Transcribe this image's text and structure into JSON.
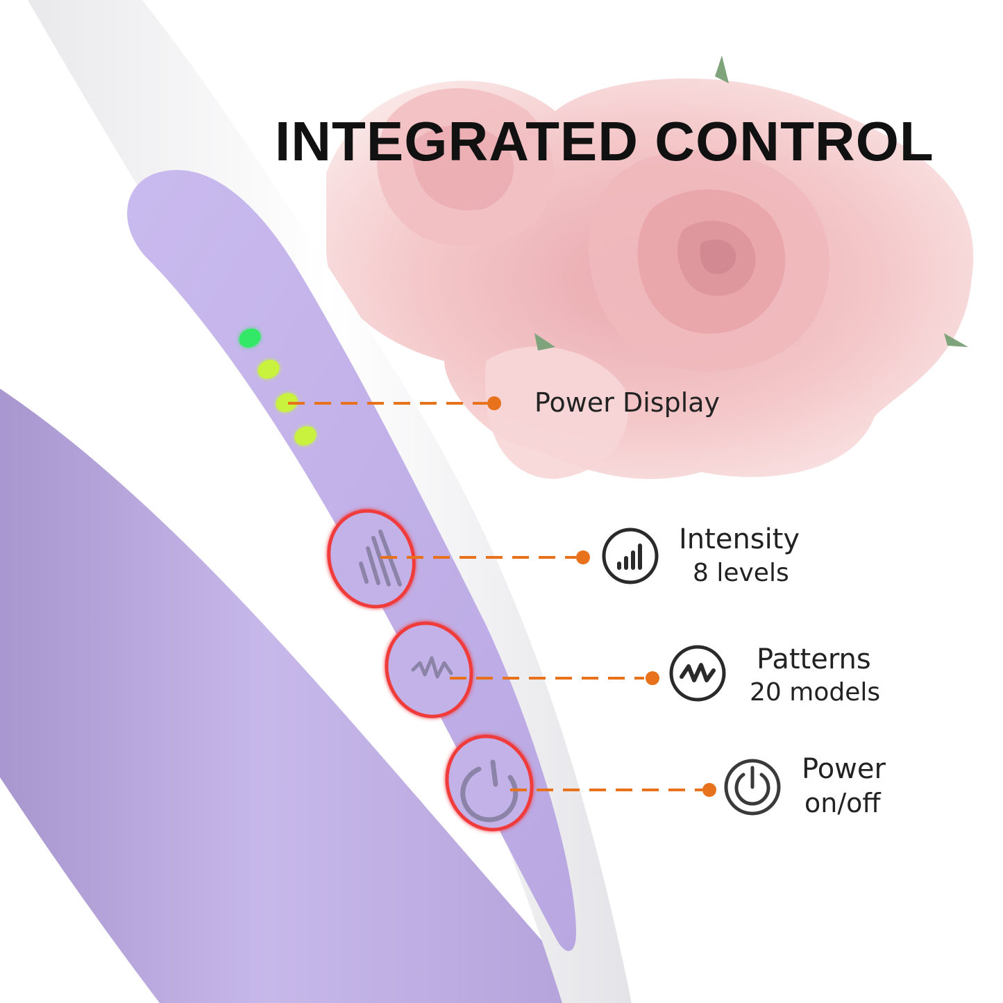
{
  "title": "INTEGRATED CONTROL",
  "colors": {
    "accent_line": "#e8721c",
    "device_purple": "#c4b5e8",
    "button_ring": "#f03a3a",
    "led_green": "#33e866",
    "led_yellow_green": "#c8f23c",
    "rose_pink": "#f2c4c6"
  },
  "callouts": {
    "power_display": {
      "label": "Power Display"
    },
    "intensity": {
      "label": "Intensity",
      "sub": "8 levels",
      "icon": "signal-bars-icon"
    },
    "patterns": {
      "label": "Patterns",
      "sub": "20 models",
      "icon": "wave-pattern-icon"
    },
    "power": {
      "label": "Power",
      "sub": "on/off",
      "icon": "power-icon"
    }
  },
  "indicator_leds": {
    "count": 4
  }
}
